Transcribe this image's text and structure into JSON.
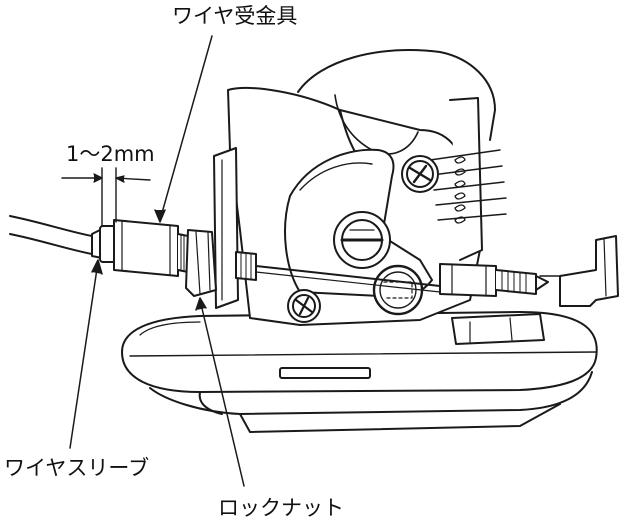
{
  "labels": {
    "cable_holder": "ワイヤ受金具",
    "gap": "1～2mm",
    "cable_sleeve": "ワイヤスリーブ",
    "lock_nut": "ロックナット"
  },
  "colors": {
    "line": "#1a1a1a",
    "fill": "#ffffff",
    "shade": "#d9d9d9"
  }
}
